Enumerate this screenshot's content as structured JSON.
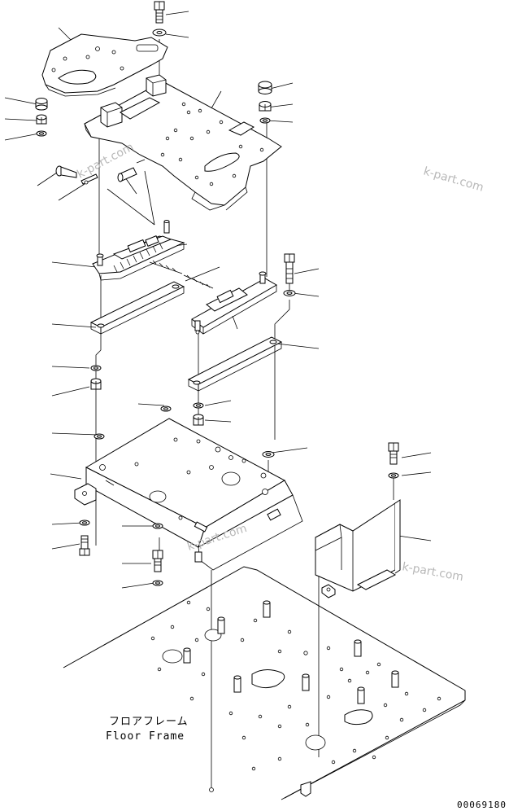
{
  "labels": {
    "floor_frame_jp": "フロアフレーム",
    "floor_frame_en": "Floor Frame"
  },
  "drawing_code": "00069180",
  "watermarks": [
    "k-part.com",
    "k-part.com",
    "k-part.com",
    "k-part.com"
  ],
  "colors": {
    "line": "#000000",
    "background": "#ffffff",
    "watermark": "#b8b8b8"
  }
}
